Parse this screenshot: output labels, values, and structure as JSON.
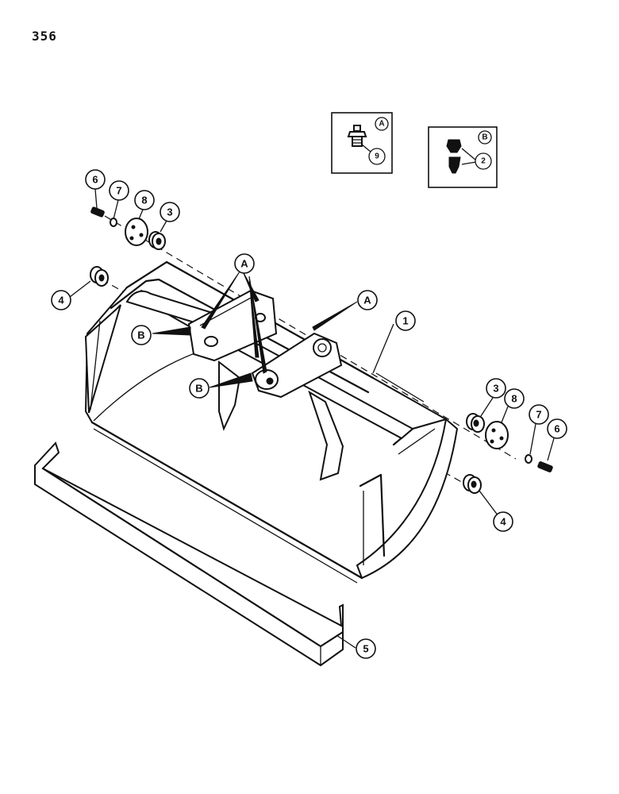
{
  "page": {
    "number": "356"
  },
  "insets": [
    {
      "id": "A",
      "label": "A",
      "part_callout": "9"
    },
    {
      "id": "B",
      "label": "B",
      "part_callout": "2"
    }
  ],
  "callouts": {
    "bucket": "1",
    "grease_fitting_b": "2",
    "bushing_3_left": "3",
    "bushing_3_right": "3",
    "bushing_4_left": "4",
    "bushing_4_right": "4",
    "cutting_edge": "5",
    "bolt_6_left": "6",
    "bolt_6_right": "6",
    "washer_7_left": "7",
    "washer_7_right": "7",
    "plate_8_left": "8",
    "plate_8_right": "8",
    "grease_fitting_a": "9",
    "lube_a_1": "A",
    "lube_a_2": "A",
    "lube_b_1": "B",
    "lube_b_2": "B"
  }
}
